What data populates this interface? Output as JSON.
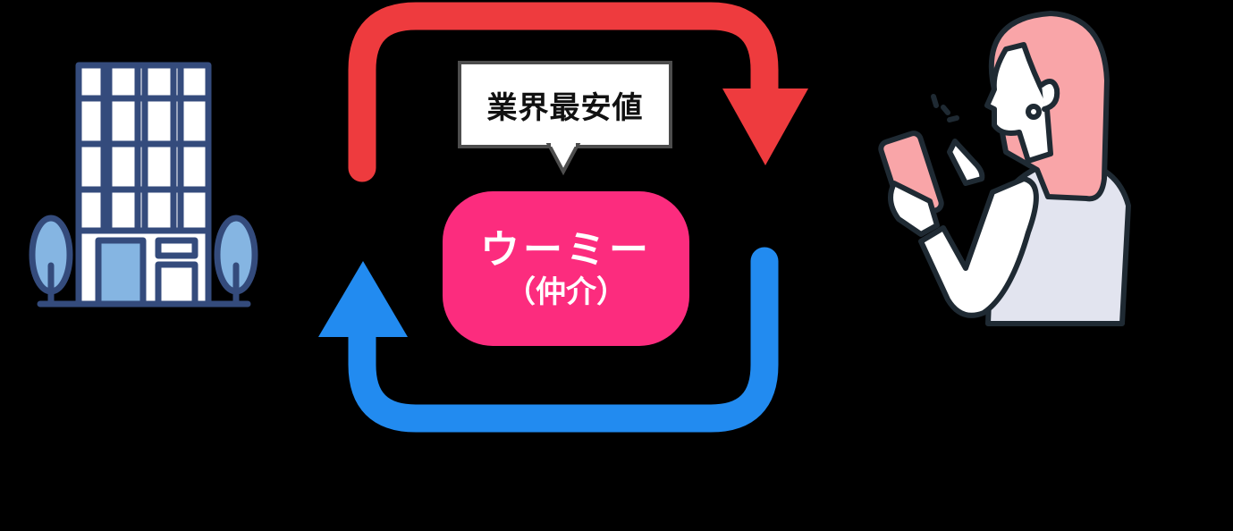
{
  "diagram": {
    "type": "flow-cycle",
    "colors": {
      "background": "#000000",
      "top_arrow": "#ee3b3e",
      "bottom_arrow": "#228bf0",
      "center_pill": "#fc2c7e",
      "building_outline": "#344b7c",
      "building_accent": "#85b5e2",
      "hair": "#f9a5a8",
      "shirt": "#e2e4ef"
    },
    "nodes": {
      "left": {
        "icon": "office-building-icon",
        "label": ""
      },
      "center": {
        "title": "ウーミー",
        "subtitle": "（仲介）"
      },
      "right": {
        "icon": "woman-with-smartphone-icon",
        "label": ""
      }
    },
    "callout": {
      "text": "業界最安値"
    },
    "edges": [
      {
        "from": "left",
        "to": "right",
        "color": "top_arrow",
        "direction": "clockwise-top"
      },
      {
        "from": "right",
        "to": "left",
        "color": "bottom_arrow",
        "direction": "clockwise-bottom"
      }
    ]
  }
}
